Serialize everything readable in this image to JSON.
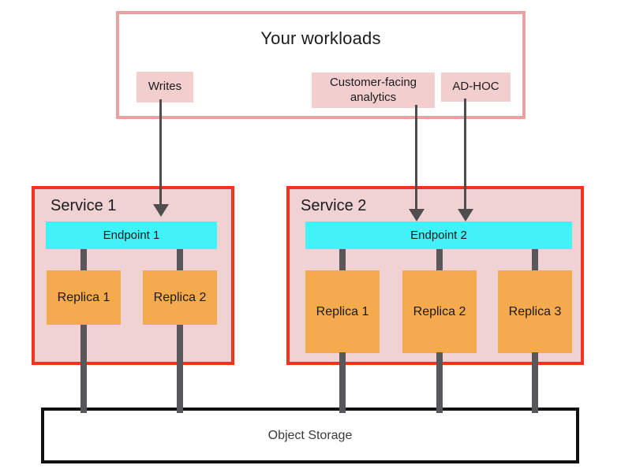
{
  "workloads": {
    "title": "Your workloads",
    "items": [
      {
        "label": "Writes"
      },
      {
        "label": "Customer-facing analytics"
      },
      {
        "label": "AD-HOC"
      }
    ]
  },
  "services": [
    {
      "name": "Service 1",
      "endpoint": "Endpoint 1",
      "replicas": [
        "Replica 1",
        "Replica 2"
      ]
    },
    {
      "name": "Service 2",
      "endpoint": "Endpoint 2",
      "replicas": [
        "Replica 1",
        "Replica 2",
        "Replica 3"
      ]
    }
  ],
  "storage": {
    "label": "Object Storage"
  },
  "colors": {
    "service_border": "#f4331f",
    "service_fill": "#f0d2d2",
    "workloads_border": "#e9a2a2",
    "workload_chip_fill": "#f2cece",
    "endpoint_fill": "#41f3f9",
    "replica_fill": "#f4aa4d",
    "connector": "#58585a",
    "arrow": "#4e4e50"
  }
}
